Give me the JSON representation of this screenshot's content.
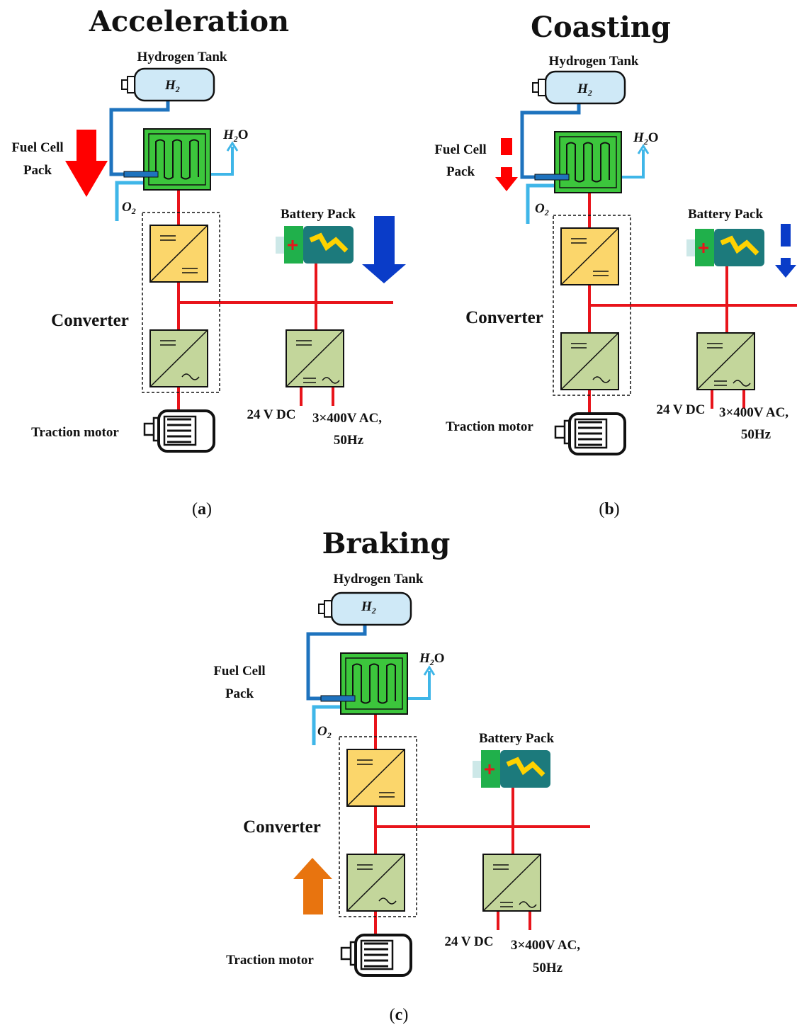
{
  "panels": [
    {
      "id": "a",
      "title": "Acceleration",
      "caption_letter": "a",
      "hydrogen_tank": "Hydrogen Tank",
      "h2_main": "H",
      "h2_sub": "2",
      "h2o_main": "H",
      "h2o_sub": "2",
      "h2o_tail": "O",
      "o2_main": "O",
      "o2_sub": "2",
      "fuel_cell_line1": "Fuel Cell",
      "fuel_cell_line2": "Pack",
      "battery_pack": "Battery Pack",
      "converter": "Converter",
      "traction_motor": "Traction motor",
      "dc_label": "24 V DC",
      "ac_line1": "3×400V AC,",
      "ac_line2": "50Hz"
    },
    {
      "id": "b",
      "title": "Coasting",
      "caption_letter": "b",
      "hydrogen_tank": "Hydrogen Tank",
      "h2_main": "H",
      "h2_sub": "2",
      "h2o_main": "H",
      "h2o_sub": "2",
      "h2o_tail": "O",
      "o2_main": "O",
      "o2_sub": "2",
      "fuel_cell_line1": "Fuel Cell",
      "fuel_cell_line2": "Pack",
      "battery_pack": "Battery Pack",
      "converter": "Converter",
      "traction_motor": "Traction motor",
      "dc_label": "24 V DC",
      "ac_line1": "3×400V AC,",
      "ac_line2": "50Hz"
    },
    {
      "id": "c",
      "title": "Braking",
      "caption_letter": "c",
      "hydrogen_tank": "Hydrogen Tank",
      "h2_main": "H",
      "h2_sub": "2",
      "h2o_main": "H",
      "h2o_sub": "2",
      "h2o_tail": "O",
      "o2_main": "O",
      "o2_sub": "2",
      "fuel_cell_line1": "Fuel Cell",
      "fuel_cell_line2": "Pack",
      "battery_pack": "Battery Pack",
      "converter": "Converter",
      "traction_motor": "Traction motor",
      "dc_label": "24 V DC",
      "ac_line1": "3×400V AC,",
      "ac_line2": "50Hz"
    }
  ],
  "colors": {
    "bus_red": "#e8141b",
    "h2_blue": "#1e73be",
    "light_blue": "#3fb6e8",
    "fuel_cell_green": "#3cc63c",
    "dcdc_yellow": "#fbd66b",
    "inverter_green": "#c3d69b",
    "tank_fill": "#cfe9f7",
    "battery_teal": "#1c7a7c",
    "battery_green": "#20b04b",
    "bolt_yellow": "#ffd200",
    "arrow_fuel_cell": "#ff0000",
    "arrow_battery": "#0a3cc8",
    "arrow_regen": "#e8740f"
  }
}
